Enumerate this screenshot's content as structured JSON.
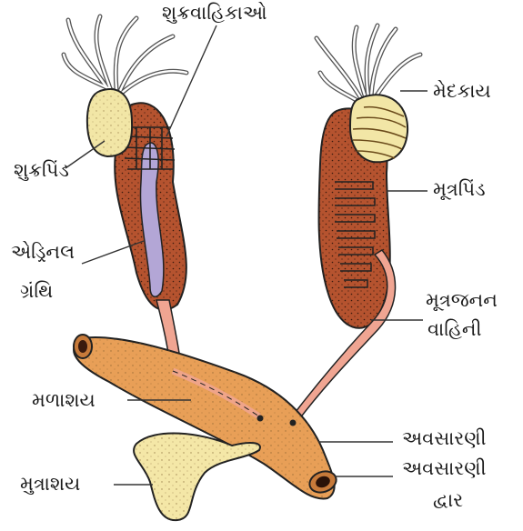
{
  "labels": {
    "sperm_ducts": "શુક્રવાહિકાઓ",
    "testis": "શુક્રપિંડ",
    "adrenal_line1": "એડ્રિનલ",
    "adrenal_line2": "ગ્રંથિ",
    "fat_body": "મેદકાય",
    "kidney": "મૂત્રપિંડ",
    "urogenital_line1": "મૂત્રજનન",
    "urogenital_line2": "વાહિની",
    "rectum": "મળાશય",
    "cloaca": "અવસારણી",
    "cloacal_line1": "અવસારણી",
    "cloacal_line2": "દ્વાર",
    "bladder": "મુત્રાશય"
  },
  "colors": {
    "organ_brown": "#b5532f",
    "organ_outline": "#222222",
    "fat_yellow": "#f2e6a6",
    "adrenal_purple": "#b3a6d6",
    "duct_pink": "#f0a592",
    "cloaca_orange": "#e89f57",
    "bladder_yellow": "#f4e7a7",
    "leader_line": "#333333"
  }
}
